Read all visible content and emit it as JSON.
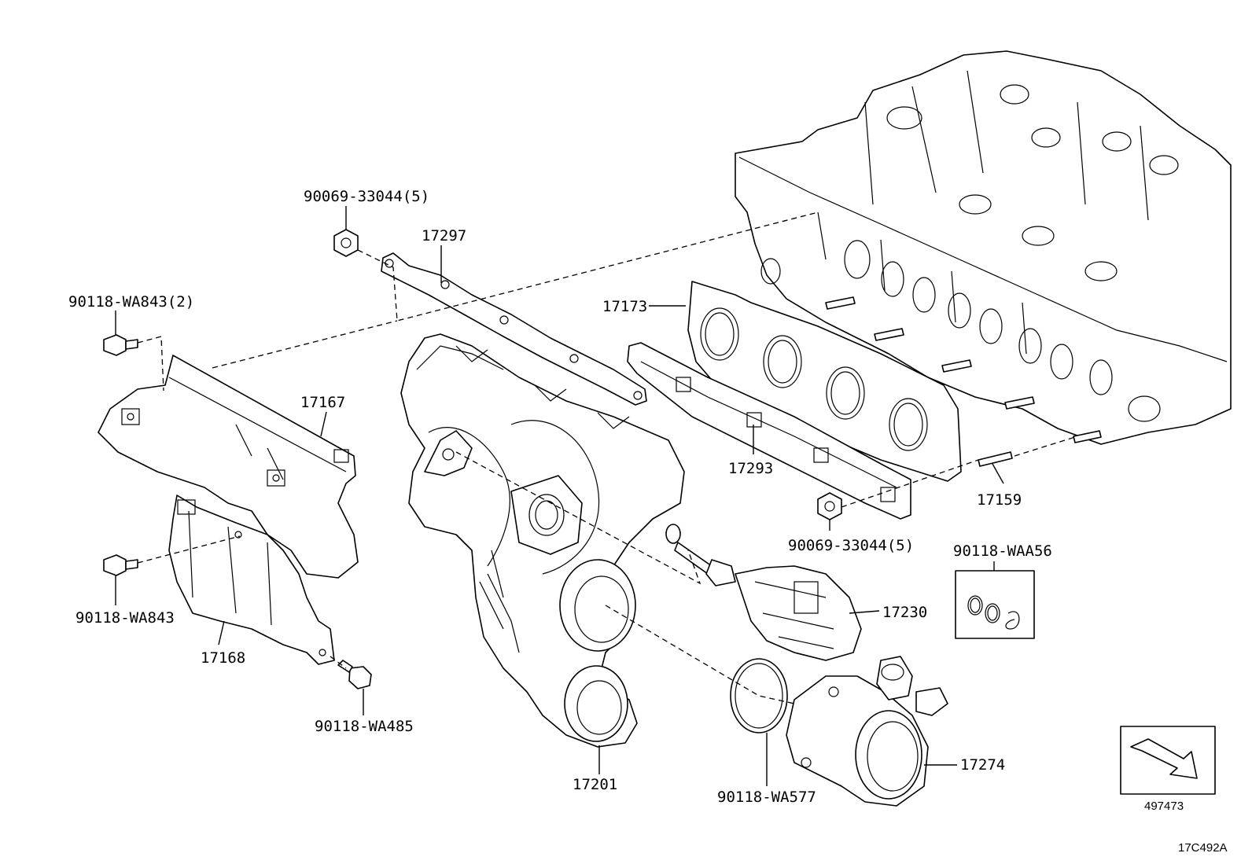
{
  "diagram": {
    "callouts": {
      "nut_top": "90069-33044(5)",
      "p17297": "17297",
      "bolt_wa843_2": "90118-WA843(2)",
      "p17173": "17173",
      "p17167": "17167",
      "p17293": "17293",
      "p17159": "17159",
      "nut_bottom": "90069-33044(5)",
      "waa56": "90118-WAA56",
      "p17230": "17230",
      "bolt_wa843": "90118-WA843",
      "p17168": "17168",
      "bolt_wa485": "90118-WA485",
      "p17201": "17201",
      "p17274": "17274",
      "wa577": "90118-WA577"
    },
    "reference_box_code": "497473",
    "diagram_code": "17C492A"
  }
}
